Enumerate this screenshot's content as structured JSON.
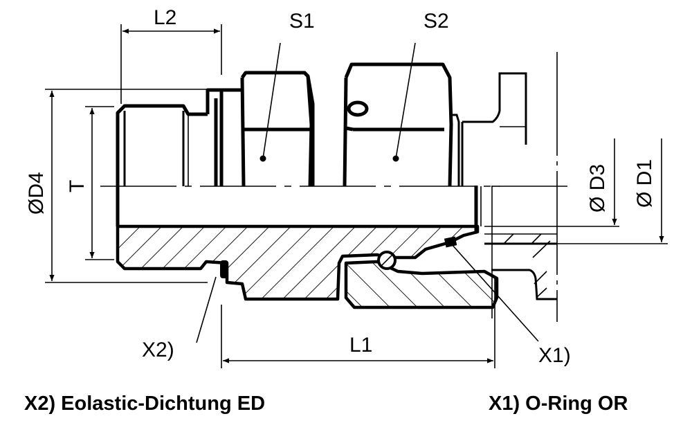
{
  "drawing": {
    "dimensions": {
      "l2": "L2",
      "s1": "S1",
      "s2": "S2",
      "d4": "ØD4",
      "t": "T",
      "d3": "Ø D3",
      "d1": "Ø D1",
      "l1": "L1"
    },
    "callouts": {
      "x2": "X2)",
      "x1": "X1)"
    },
    "legend": {
      "x2_caption": "X2) Eolastic-Dichtung ED",
      "x1_caption": "X1) O-Ring OR"
    },
    "colors": {
      "line": "#000000",
      "background": "#ffffff"
    }
  }
}
